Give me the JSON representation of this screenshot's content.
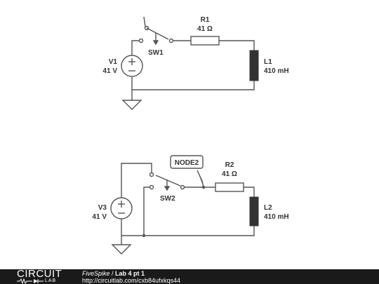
{
  "circuit1": {
    "r1": {
      "name": "R1",
      "value": "41 Ω"
    },
    "sw1": {
      "name": "SW1"
    },
    "v1": {
      "name": "V1",
      "value": "41 V"
    },
    "l1": {
      "name": "L1",
      "value": "410 mH"
    }
  },
  "circuit2": {
    "r2": {
      "name": "R2",
      "value": "41 Ω"
    },
    "sw2": {
      "name": "SW2"
    },
    "v3": {
      "name": "V3",
      "value": "41 V"
    },
    "l2": {
      "name": "L2",
      "value": "410 mH"
    },
    "node_label": "NODE2"
  },
  "footer": {
    "logo_top": "CIRCUIT",
    "logo_bottom": "LAB",
    "owner": "FiveSpike",
    "separator": " / ",
    "title": "Lab 4 pt 1",
    "url": "http://circuitlab.com/cxb84ufxkqs44"
  },
  "colors": {
    "wire": "#555555",
    "component": "#444444",
    "inductor": "#333333",
    "footer_bg": "#1a1a1a"
  }
}
